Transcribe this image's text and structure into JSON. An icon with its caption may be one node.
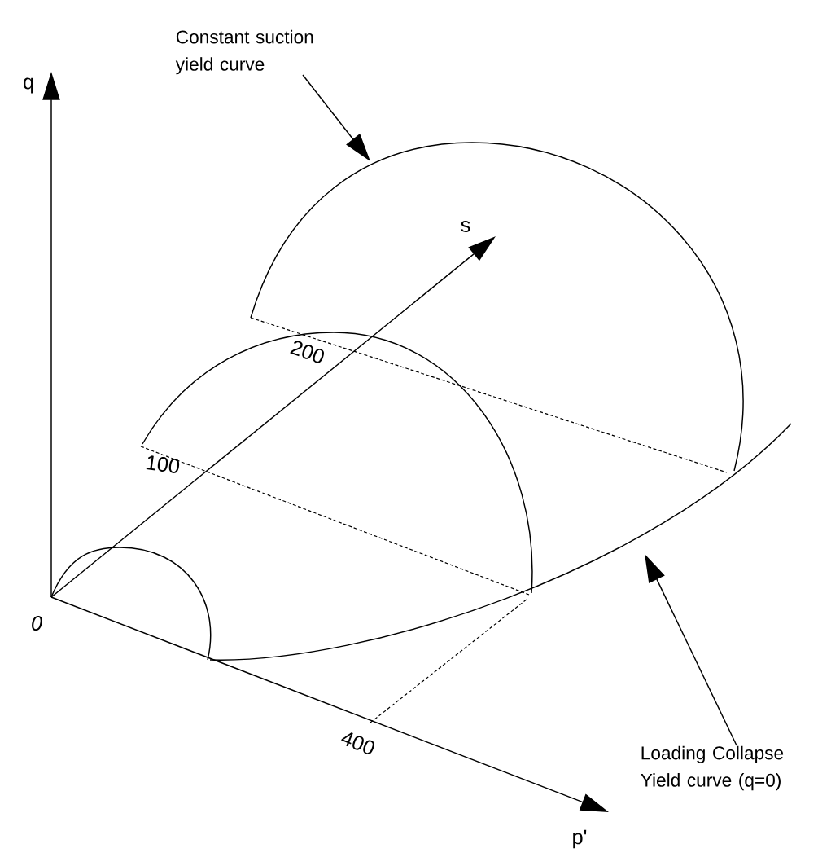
{
  "diagram": {
    "nodes": [
      {
        "text": [
          "Constant suction yield curve"
        ]
      },
      {
        "text": [
          "Loading Collapse Yield curve (q=0)"
        ]
      }
    ],
    "edges": [
      {
        "from": 0,
        "to": null,
        "arrow": "to"
      },
      {
        "from": 1,
        "to": null,
        "arrow": "to"
      }
    ],
    "labels": [
      "q",
      "s",
      "200",
      "100",
      "0",
      "400",
      "p'"
    ]
  }
}
